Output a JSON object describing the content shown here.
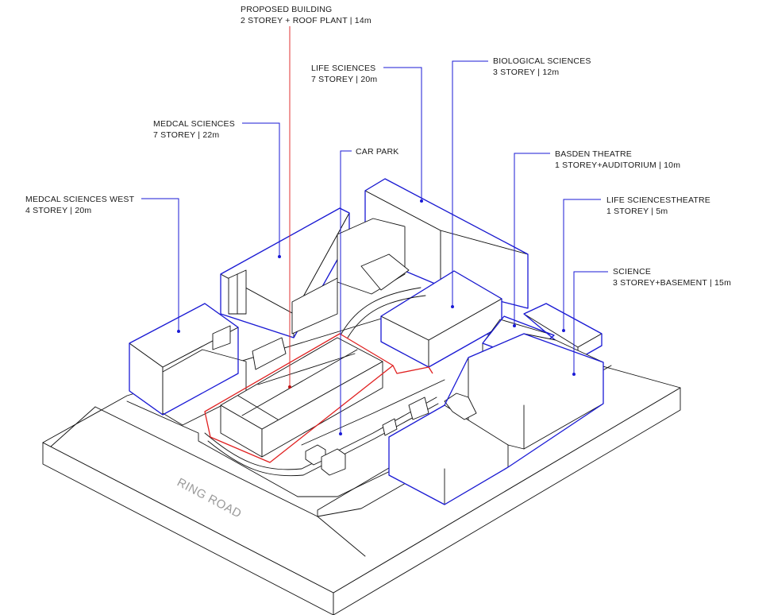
{
  "labels": {
    "proposed": {
      "name": "PROPOSED BUILDING",
      "detail": "2 STOREY + ROOF PLANT | 14m",
      "color": "#e02020"
    },
    "life_sciences": {
      "name": "LIFE SCIENCES",
      "detail": "7 STOREY | 20m",
      "color": "#1a1ad6"
    },
    "biological_sciences": {
      "name": "BIOLOGICAL SCIENCES",
      "detail": "3 STOREY | 12m",
      "color": "#1a1ad6"
    },
    "medical_sciences": {
      "name": "MEDCAL SCIENCES",
      "detail": "7 STOREY | 22m",
      "color": "#1a1ad6"
    },
    "car_park": {
      "name": "CAR PARK",
      "color": "#1a1ad6"
    },
    "basden_theatre": {
      "name": "BASDEN THEATRE",
      "detail": "1 STOREY+AUDITORIUM | 10m",
      "color": "#1a1ad6"
    },
    "medical_sciences_west": {
      "name": "MEDCAL SCIENCES WEST",
      "detail": "4 STOREY | 20m",
      "color": "#1a1ad6"
    },
    "life_sciences_theatre": {
      "name": "LIFE SCIENCESTHEATRE",
      "detail": "1 STOREY | 5m",
      "color": "#1a1ad6"
    },
    "science": {
      "name": "SCIENCE",
      "detail": "3 STOREY+BASEMENT | 15m",
      "color": "#1a1ad6"
    }
  },
  "road": {
    "name": "RING ROAD"
  }
}
